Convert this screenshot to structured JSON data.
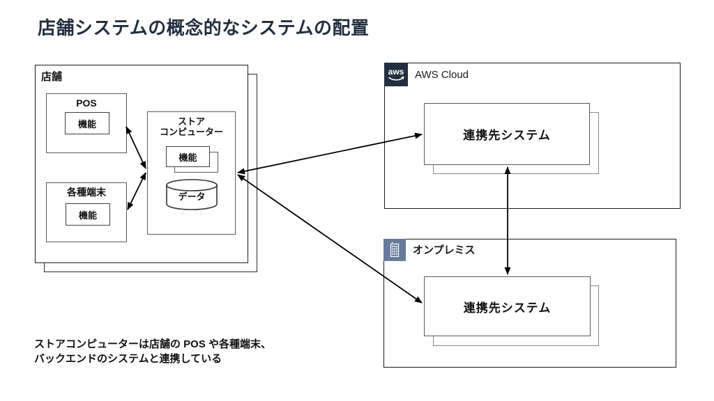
{
  "page": {
    "title": "店舗システムの概念的なシステムの配置",
    "accent": "#232F3E"
  },
  "store": {
    "label": "店舗",
    "pos": {
      "label": "POS",
      "function": "機能"
    },
    "terminals": {
      "label": "各種端末",
      "function": "機能"
    },
    "computer": {
      "label_line1": "ストア",
      "label_line2": "コンピューター",
      "function": "機能",
      "data": "データ"
    }
  },
  "aws": {
    "label": "AWS Cloud",
    "logo_text": "aws",
    "system": "連携先システム",
    "color": "#232F3E"
  },
  "onprem": {
    "label": "オンプレミス",
    "system": "連携先システム",
    "color": "#697B9B"
  },
  "note": {
    "line1": "ストアコンピューターは店舗の POS や各種端末、",
    "line2": "バックエンドのシステムと連携している"
  }
}
